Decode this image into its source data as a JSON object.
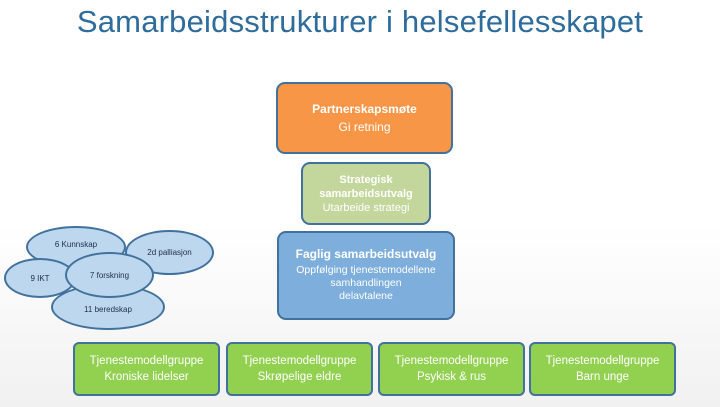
{
  "title": "Samarbeidsstrukturer i helsefellesskapet",
  "colors": {
    "title": "#2e6c9c",
    "orange": "#f79646",
    "light_green": "#c3d69b",
    "blue": "#7eaedb",
    "green": "#92d050",
    "oval": "#bdd7ee",
    "border": "#41719c"
  },
  "partnerskap": {
    "title": "Partnerskapsmøte",
    "subtitle": "Gi retning"
  },
  "strategisk": {
    "title_line1": "Strategisk",
    "title_line2": "samarbeidsutvalg",
    "subtitle": "Utarbeide strategi"
  },
  "faglig": {
    "title": "Faglig samarbeidsutvalg",
    "line1": "Oppfølging tjenestemodellene",
    "line2": "samhandlingen",
    "line3": "delavtalene"
  },
  "groups": [
    {
      "label": "Tjenestemodellgruppe",
      "topic": "Kroniske lidelser"
    },
    {
      "label": "Tjenestemodellgruppe",
      "topic": "Skrøpelige eldre"
    },
    {
      "label": "Tjenestemodellgruppe",
      "topic": "Psykisk & rus"
    },
    {
      "label": "Tjenestemodellgruppe",
      "topic": "Barn unge"
    }
  ],
  "ovals": {
    "kunnskap": "6 Kunnskap",
    "palliasjon": "2d palliasjon",
    "ikt": "9 IKT",
    "forskning": "7 forskning",
    "beredskap": "11 beredskap"
  }
}
